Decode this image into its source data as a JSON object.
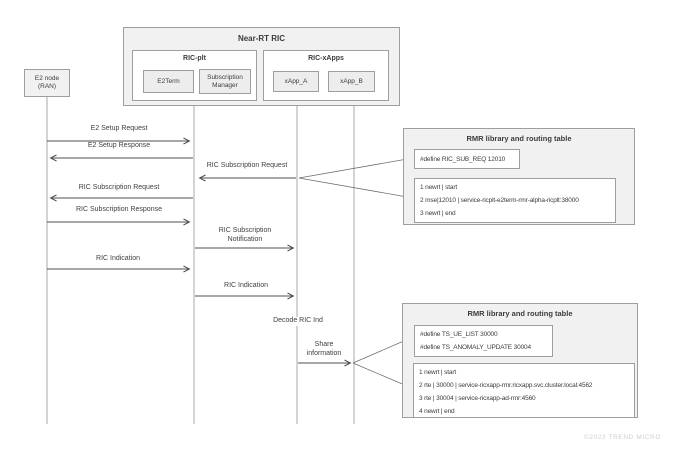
{
  "diagram": {
    "actors": {
      "e2_node": "E2 node\n(RAN)",
      "near_rt_ric": "Near-RT RIC",
      "ric_plt": "RIC-plt",
      "e2term": "E2Term",
      "subscription_manager": "Subscription\nManager",
      "ric_xapps": "RIC-xApps",
      "xapp_a": "xApp_A",
      "xapp_b": "xApp_B"
    },
    "messages": [
      {
        "label": "E2 Setup Request",
        "from": "E2 node (RAN)",
        "to": "RIC-plt"
      },
      {
        "label": "E2 Setup Response",
        "from": "RIC-plt",
        "to": "E2 node (RAN)"
      },
      {
        "label": "RIC Subscription Request",
        "from": "xApp_A",
        "to": "RIC-plt"
      },
      {
        "label": "RIC Subscription Request",
        "from": "RIC-plt",
        "to": "E2 node (RAN)"
      },
      {
        "label": "RIC Subscription Response",
        "from": "E2 node (RAN)",
        "to": "RIC-plt"
      },
      {
        "label": "RIC Subscription Notification",
        "from": "RIC-plt",
        "to": "xApp_A"
      },
      {
        "label": "RIC Indication",
        "from": "E2 node (RAN)",
        "to": "RIC-plt"
      },
      {
        "label": "RIC Indication",
        "from": "RIC-plt",
        "to": "xApp_A"
      },
      {
        "label": "Decode RIC Ind",
        "from": "xApp_A",
        "to": "xApp_A"
      },
      {
        "label": "Share information",
        "from": "xApp_A",
        "to": "xApp_B"
      }
    ],
    "rmr_tables": [
      {
        "title": "RMR library and routing table",
        "defines": [
          "#define RIC_SUB_REQ 12010"
        ],
        "routes": [
          "1  newrt | start",
          "2  mse|12010 | service-ricplt-e2term-rmr-alpha-ricplt:38000",
          "3  newrt | end"
        ]
      },
      {
        "title": "RMR library and routing table",
        "defines": [
          "#define TS_UE_LIST 30000",
          "#define TS_ANOMALY_UPDATE 30004"
        ],
        "routes": [
          "1  newrt | start",
          "2  rte | 30000 | service-ricxapp-rmr.ricxapp.svc.cluster.local:4562",
          "3  rte | 30004 | service-ricxapp-ad-rmr:4560",
          "4  newrt | end"
        ]
      }
    ],
    "watermark": "©2023 TREND MICRO"
  },
  "colors": {
    "container_fill": "#f1f1f1",
    "inner_fill": "#ffffff",
    "border": "#9e9e9e",
    "arrow_line": "#4f4f4f",
    "lifeline": "#a8a8a8",
    "text": "#3c3c3c",
    "watermark": "#cfcfcf"
  }
}
